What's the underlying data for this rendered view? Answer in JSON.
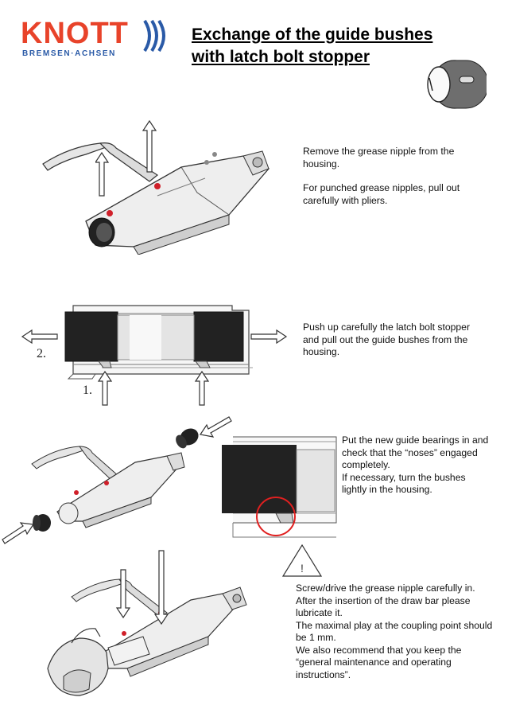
{
  "logo": {
    "brand": "KNOTT",
    "tagline": "BREMSEN·ACHSEN",
    "brand_color": "#e8432a",
    "tagline_color": "#2a5aa7"
  },
  "title": {
    "line1": "Exchange of the guide bushes",
    "line2": "with latch bolt stopper"
  },
  "step1": {
    "p1": "Remove the grease nipple from the housing.",
    "p2": "For punched grease nipples, pull out carefully with pliers."
  },
  "step2": {
    "text": "Push up carefully the latch bolt stopper and pull out the guide bushes from the housing.",
    "label1": "1.",
    "label2": "2."
  },
  "step3": {
    "line1": "Put the new guide bearings in and check that the “noses” engaged completely.",
    "line2": "If necessary, turn the bushes lightly in the housing."
  },
  "step4": {
    "warning_symbol": "!",
    "line1": "Screw/drive the grease nipple carefully in.",
    "line2": "After the insertion of the draw bar please lubricate it.",
    "line3": "The maximal play at the coupling point should be 1 mm.",
    "line4": "We also recommend that you keep the “general maintenance and operating instructions”."
  },
  "colors": {
    "highlight_circle": "#e02020",
    "nipple": "#d0202a"
  },
  "icons": [
    "logo-chevrons-icon",
    "bush-icon",
    "arrow-up-icon",
    "arrow-left-icon",
    "arrow-right-icon",
    "arrow-diagonal-icon",
    "arrow-down-icon",
    "warning-triangle-icon"
  ]
}
